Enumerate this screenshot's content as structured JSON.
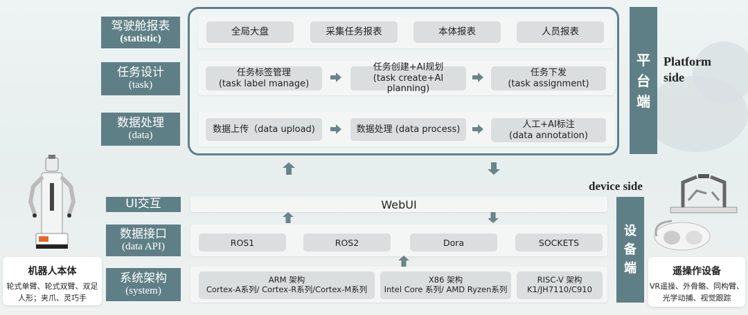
{
  "layers": {
    "statistic": {
      "zh": "驾驶舱报表",
      "en": "(statistic)"
    },
    "task": {
      "zh": "任务设计",
      "en": "(task)"
    },
    "data": {
      "zh": "数据处理",
      "en": "(data)"
    },
    "ui": {
      "zh": "UI交互"
    },
    "api": {
      "zh": "数据接口",
      "en": "(data API)"
    },
    "system": {
      "zh": "系统架构",
      "en": "(system)"
    }
  },
  "statistic_items": [
    "全局大盘",
    "采集任务报表",
    "本体报表",
    "人员报表"
  ],
  "task_flow": [
    {
      "zh": "任务标签管理",
      "en": "(task label manage)"
    },
    {
      "zh": "任务创建+AI规划",
      "en": "(task create+AI planning)"
    },
    {
      "zh": "任务下发",
      "en": "(task assignment)"
    }
  ],
  "data_flow": [
    {
      "text": "数据上传（data upload)"
    },
    {
      "text": "数据处理 (data process)"
    },
    {
      "zh": "人工+AI标注",
      "en": "(data annotation)"
    }
  ],
  "webui": "WebUI",
  "api_items": [
    "ROS1",
    "ROS2",
    "Dora",
    "SOCKETS"
  ],
  "system_items": [
    {
      "title": "ARM 架构",
      "detail": "Cortex-A系列/ Cortex-R系列/Cortex-M系列"
    },
    {
      "title": "X86 架构",
      "detail": "Intel Core 系列/ AMD Ryzen系列"
    },
    {
      "title": "RISC-V 架构",
      "detail": "K1/JH7110/C910"
    }
  ],
  "platform_side": {
    "zh_chars": [
      "平",
      "台",
      "端"
    ],
    "en": "Platform side"
  },
  "device_side": {
    "zh_chars": [
      "设",
      "备",
      "端"
    ],
    "en": "device side"
  },
  "robot": {
    "title": "机器人本体",
    "desc_line1": "轮式单臂、轮式双臂、双足",
    "desc_line2": "人形；夹爪、灵巧手"
  },
  "teleop": {
    "title": "遥操作设备",
    "desc_line1": "VR遥操、外骨骼、同构臂、",
    "desc_line2": "光学动捕、视觉跟踪"
  },
  "colors": {
    "accent": "#5f7f86",
    "chip": "#dadede",
    "panel": "#f4f6f6"
  }
}
